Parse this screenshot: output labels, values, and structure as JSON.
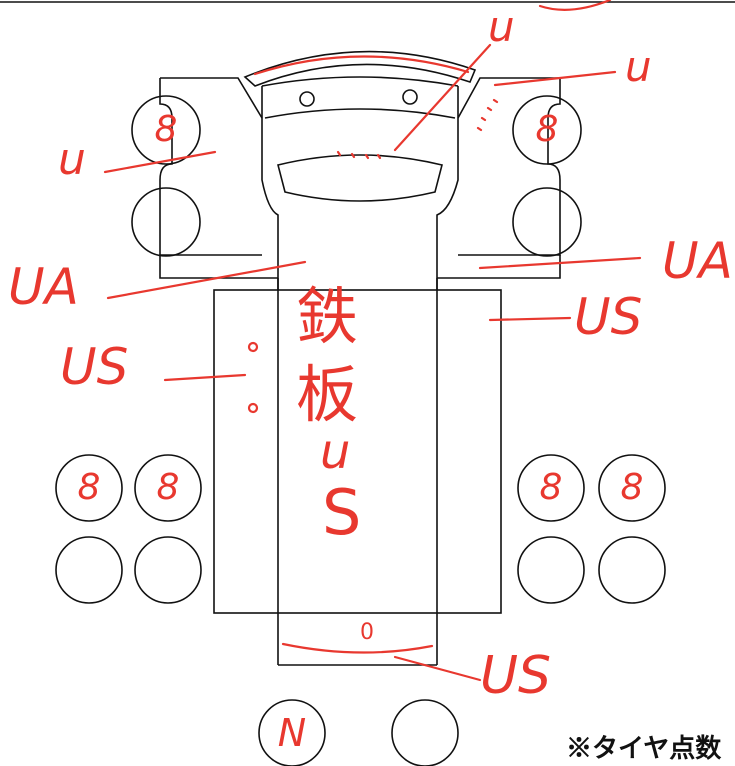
{
  "colors": {
    "ink": "#111111",
    "annotation": "#e8382f",
    "background": "#ffffff"
  },
  "damage_codes": {
    "top_center": "u",
    "top_right": "u",
    "left_cab": "u",
    "left_mid": "UA",
    "right_mid": "UA",
    "right_deck": "US",
    "left_deck": "US",
    "rear": "US",
    "rear_bumper_mark": "0"
  },
  "deck_note": {
    "line1": "鉄",
    "line2": "板",
    "line3": "u",
    "line4": "S"
  },
  "tires": {
    "front_left_upper": "8",
    "front_right_upper": "8",
    "rear_left_outer": "8",
    "rear_left_inner": "8",
    "rear_right_inner": "8",
    "rear_right_outer": "8",
    "spare_left": "N"
  },
  "footnote": "※タイヤ点数"
}
